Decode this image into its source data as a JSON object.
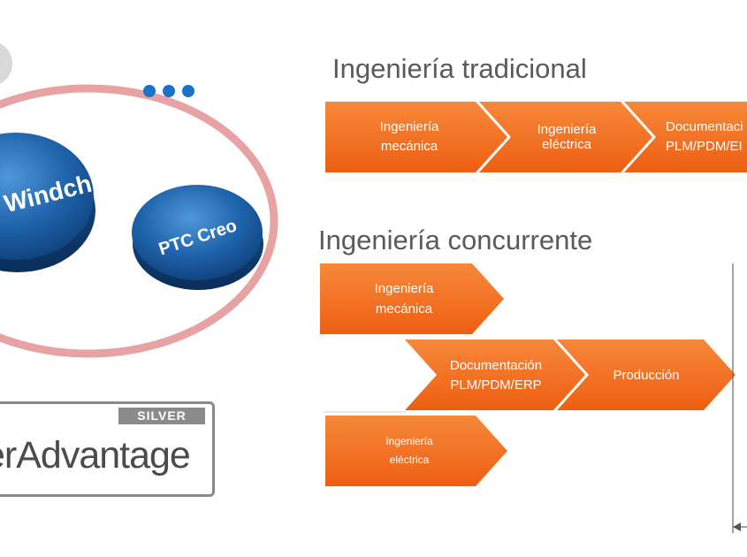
{
  "logos": {
    "windchill": "Windchill",
    "creo": "PTC Creo"
  },
  "partner_badge": {
    "tier": "SILVER",
    "text": "erAdvantage"
  },
  "traditional": {
    "title": "Ingeniería tradicional",
    "steps": [
      {
        "line1": "Ingeniería",
        "line2": "mecánica"
      },
      {
        "line1": "Ingeniería",
        "line2": "eléctrica"
      },
      {
        "line1": "Documentaci",
        "line2": "PLM/PDM/EI"
      }
    ]
  },
  "concurrent": {
    "title": "Ingeniería concurrente",
    "steps": [
      {
        "line1": "Ingeniería",
        "line2": "mecánica"
      },
      {
        "line1": "Documentación",
        "line2": "PLM/PDM/ERP"
      },
      {
        "line1": "Producción",
        "line2": ""
      },
      {
        "line1": "Ingeniería",
        "line2": "eléctrica"
      }
    ]
  },
  "colors": {
    "arrow_orange": "#f26d21",
    "title_gray": "#5a5a5a",
    "logo_blue": "#1f63ab",
    "ring_pink": "#e7a3a3"
  }
}
